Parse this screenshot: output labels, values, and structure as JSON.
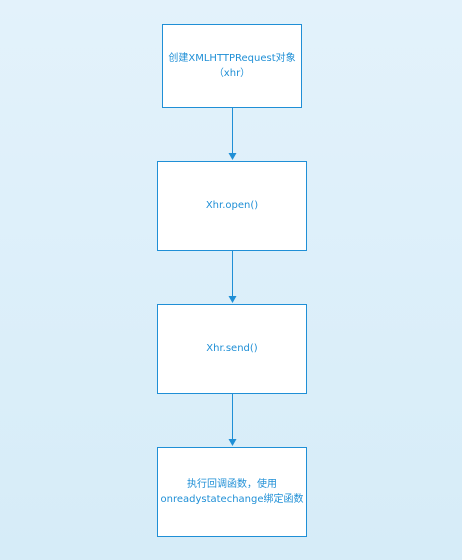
{
  "diagram": {
    "nodes": [
      {
        "id": "create-xhr",
        "lines": [
          "创建XMLHTTPRequest对象",
          "（xhr）"
        ]
      },
      {
        "id": "xhr-open",
        "lines": [
          "Xhr.open()"
        ]
      },
      {
        "id": "xhr-send",
        "lines": [
          "Xhr.send()"
        ]
      },
      {
        "id": "callback",
        "lines": [
          "执行回调函数，使用",
          "onreadystatechange绑定函数"
        ]
      }
    ],
    "edges": [
      {
        "from": "create-xhr",
        "to": "xhr-open"
      },
      {
        "from": "xhr-open",
        "to": "xhr-send"
      },
      {
        "from": "xhr-send",
        "to": "callback"
      }
    ],
    "colors": {
      "stroke": "#1f8fd6",
      "text": "#1f8fd6",
      "node_fill": "#ffffff",
      "background": "#e3f2fb"
    }
  }
}
